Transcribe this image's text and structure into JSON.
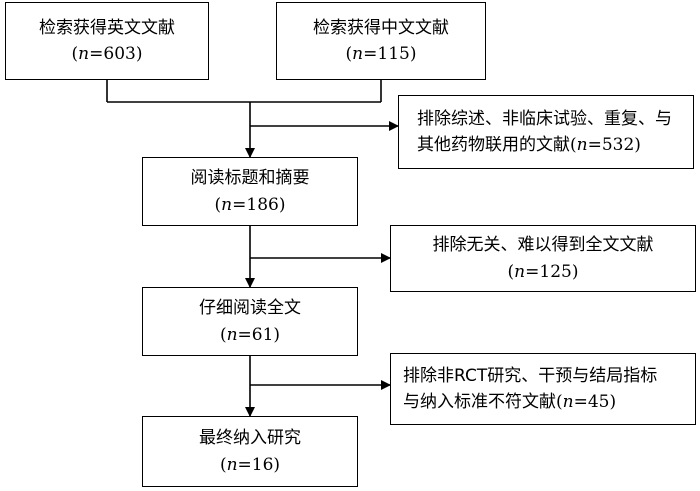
{
  "boxes": {
    "english_search": {
      "title": "检索获得英文文献",
      "count": "603"
    },
    "chinese_search": {
      "title": "检索获得中文文献",
      "count": "115"
    },
    "exclude_reviews": {
      "line1": "排除综述、非临床试验、重复、与",
      "line2": "其他药物联用的文献",
      "count": "532"
    },
    "read_titles": {
      "title": "阅读标题和摘要",
      "count": "186"
    },
    "exclude_irrelevant": {
      "title": "排除无关、难以得到全文文献",
      "count": "125"
    },
    "read_fulltext": {
      "title": "仔细阅读全文",
      "count": "61"
    },
    "exclude_nonrct": {
      "line1": "排除非RCT研究、干预与结局指标",
      "line2": "与纳入标准不符文献",
      "count": "45"
    },
    "final_included": {
      "title": "最终纳入研究",
      "count": "16"
    }
  },
  "labels": {
    "n_symbol": "n"
  }
}
